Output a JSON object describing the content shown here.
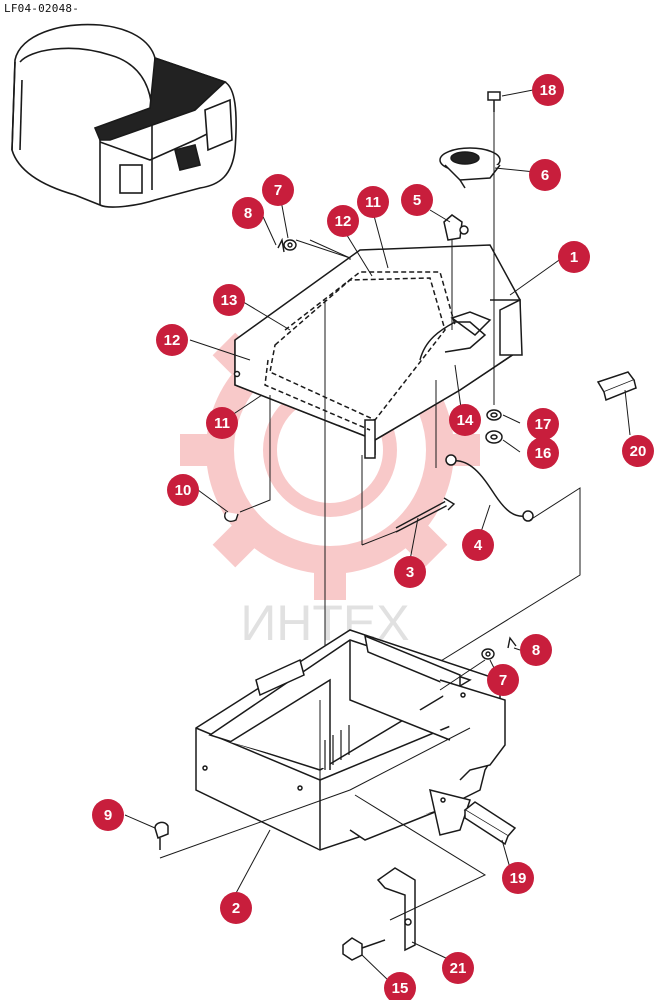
{
  "diagram_code": "LF04-02048-",
  "watermark_text": "ИНТЕХ",
  "colors": {
    "callout_fill": "#c81e3c",
    "callout_text": "#ffffff",
    "line": "#1a1a1a",
    "watermark": "#f0a0a0"
  },
  "callouts": [
    "1",
    "2",
    "3",
    "4",
    "5",
    "6",
    "7",
    "8",
    "9",
    "10",
    "11",
    "12",
    "13",
    "14",
    "15",
    "16",
    "17",
    "18",
    "19",
    "20",
    "21",
    "7",
    "8",
    "11",
    "12"
  ]
}
